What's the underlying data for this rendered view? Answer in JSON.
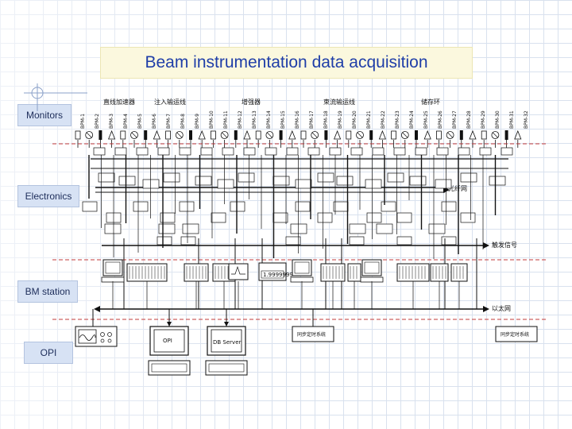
{
  "title": "Beam instrumentation data acquisition",
  "side_labels": {
    "monitors": "Monitors",
    "electronics": "Electronics",
    "bm_station": "BM station",
    "opi": "OPI"
  },
  "section_headers": [
    "直线加速器",
    "注入输运线",
    "增强器",
    "束流输运线",
    "储存环"
  ],
  "device_labels": [
    "BPM-1",
    "BPM-2",
    "BPM-3",
    "BPM-4",
    "BPM-5",
    "BPM-6",
    "BPM-7",
    "BPM-8",
    "BPM-9",
    "BPM-10",
    "BPM-11",
    "BPM-12",
    "BPM-13",
    "BPM-14",
    "BPM-15",
    "BPM-16",
    "BPM-17",
    "BPM-18",
    "BPM-19",
    "BPM-20",
    "BPM-21",
    "BPM-22",
    "BPM-23",
    "BPM-24",
    "BPM-25",
    "BPM-26",
    "BPM-27",
    "BPM-28",
    "BPM-29",
    "BPM-30",
    "BPM-31",
    "BPM-32"
  ],
  "right_labels": {
    "trigger_line": "触发信号",
    "fiber_line": "光纤网",
    "ethernet_line": "以太网"
  },
  "counter_display": "1.9999999",
  "opi": {
    "opi_screen": "OPI",
    "db_server": "DB Server",
    "timing1": "同步定时系统",
    "timing2": "同步定时系统"
  },
  "colors": {
    "title_text": "#1f3ea8",
    "title_bg": "#fbf8de",
    "label_bg": "#d7e2f4",
    "red_dashed": "#c23b3b",
    "line": "#111111"
  }
}
